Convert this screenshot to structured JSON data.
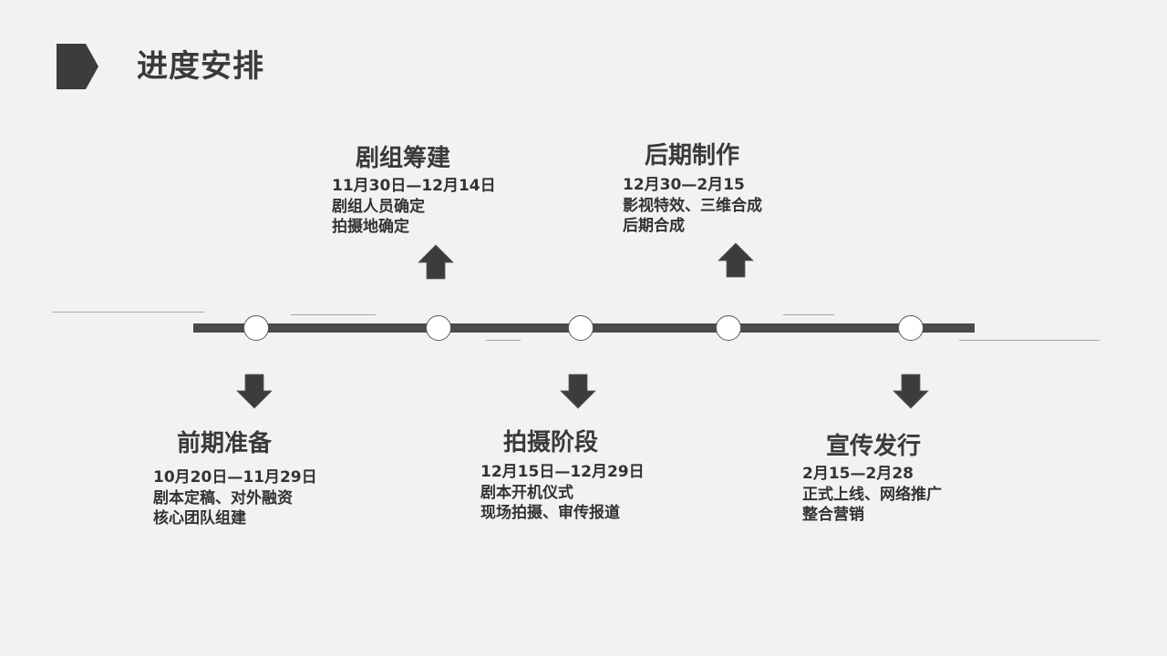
{
  "page": {
    "title": "进度安排"
  },
  "colors": {
    "background": "#f2f2f2",
    "dark": "#3c3c3c",
    "timeline": "#4a4a4a",
    "node_fill": "#ffffff",
    "rule": "#a6a6a6"
  },
  "icons": {
    "title_marker": "pentagon-arrow-icon",
    "up": "arrow-up-icon",
    "down": "arrow-down-icon"
  },
  "stages": [
    {
      "title": "前期准备",
      "date": "10月20日—11月29日",
      "items": [
        "剧本定稿、对外融资",
        "核心团队组建"
      ]
    },
    {
      "title": "剧组筹建",
      "date": "11月30日—12月14日",
      "items": [
        "剧组人员确定",
        "拍摄地确定"
      ]
    },
    {
      "title": "拍摄阶段",
      "date": "12月15日—12月29日",
      "items": [
        "剧本开机仪式",
        "现场拍摄、审传报道"
      ]
    },
    {
      "title": "后期制作",
      "date": "12月30—2月15",
      "items": [
        "影视特效、三维合成",
        "后期合成"
      ]
    },
    {
      "title": "宣传发行",
      "date": "2月15—2月28",
      "items": [
        "正式上线、网络推广",
        "整合营销"
      ]
    }
  ]
}
